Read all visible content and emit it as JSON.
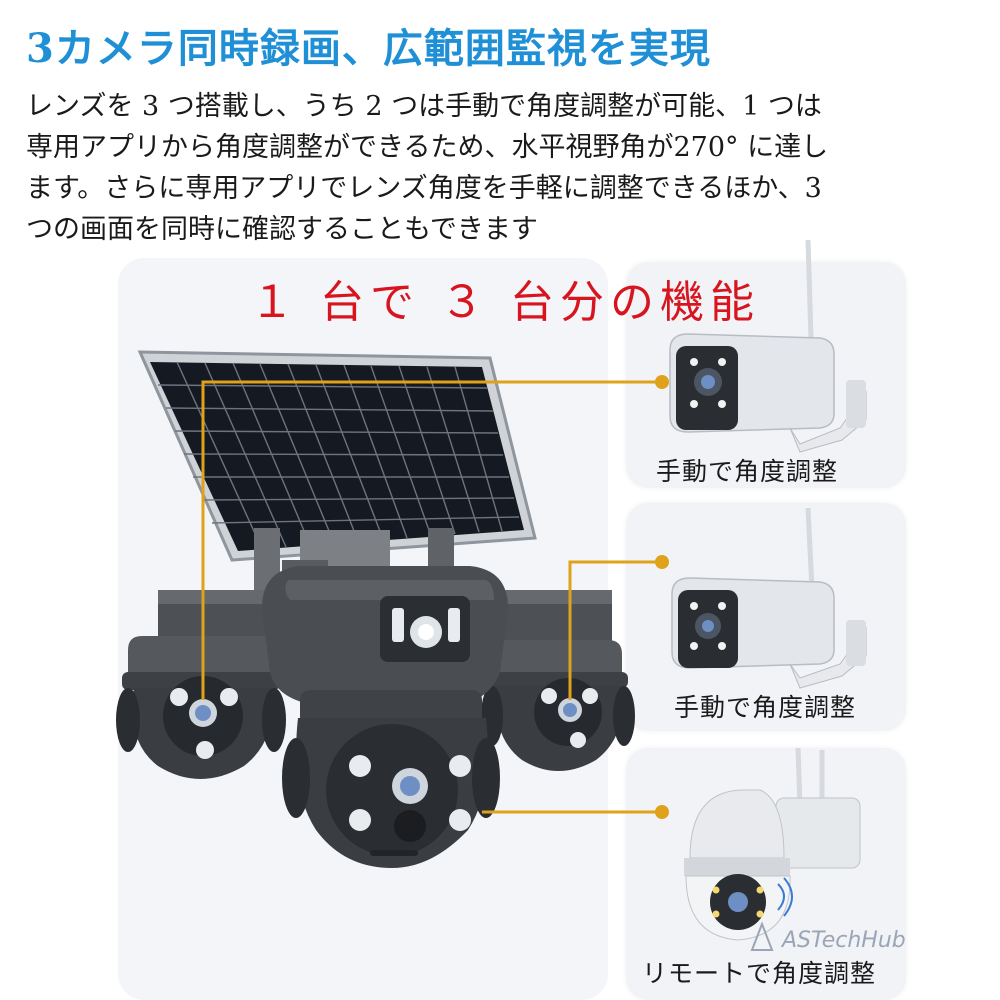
{
  "headline": "3カメラ同時録画、広範囲監視を実現",
  "description_lines": [
    "レンズを 3 つ搭載し、うち 2 つは手動で角度調整が可能、1 つは",
    "専用アプリから角度調整ができるため、水平視野角が270° に達し",
    "ます。さらに専用アプリでレンズ角度を手軽に調整できるほか、3",
    "つの画面を同時に確認することもできます"
  ],
  "main_title": "１ 台で ３ 台分の機能",
  "cards": [
    {
      "label": "手動で角度調整",
      "icon": "bullet-camera-icon"
    },
    {
      "label": "手動で角度調整",
      "icon": "bullet-camera-icon"
    },
    {
      "label": "リモートで角度調整",
      "icon": "dome-camera-icon"
    }
  ],
  "watermark": "ASTechHub",
  "colors": {
    "headline": "#1f8fd6",
    "main_title": "#d8141f",
    "connector": "#e0a21a"
  }
}
